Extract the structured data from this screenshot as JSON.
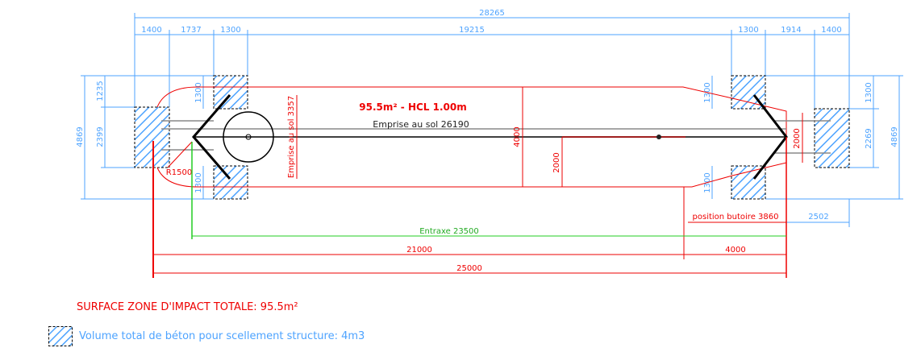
{
  "dimensions": {
    "overall": "28265",
    "top_row": [
      "1400",
      "1737",
      "1300",
      "19215",
      "1300",
      "1914",
      "1400"
    ],
    "left_total": "4869",
    "left_top": "1235",
    "left_mid": "2399",
    "left_block_top": "1300",
    "left_block_bottom": "1300",
    "right_block_top": "1300",
    "right_block_bottom": "1300",
    "right_top": "1300",
    "right_mid": "2269",
    "right_total": "4869",
    "radius": "R1500",
    "emprise_width": "Emprise au sol 3357",
    "width_4000": "4000",
    "half_2000": "2000",
    "right_2000": "2000",
    "position_butoire": "position butoire 3860",
    "right_2502": "2502",
    "entraxe": "Entraxe 23500",
    "d21000": "21000",
    "d4000": "4000",
    "d25000": "25000"
  },
  "labels": {
    "area": "95.5m² - HCL 1.00m",
    "emprise_length": "Emprise au sol 26190"
  },
  "summary": "SURFACE ZONE D'IMPACT TOTALE: 95.5m²",
  "legend": {
    "label": "Volume total de béton pour scellement structure: 4m3",
    "icon": "hatch-swatch"
  },
  "colors": {
    "dimension": "#4da3ff",
    "impact_zone": "#e00000",
    "entraxe": "#22aa22"
  }
}
